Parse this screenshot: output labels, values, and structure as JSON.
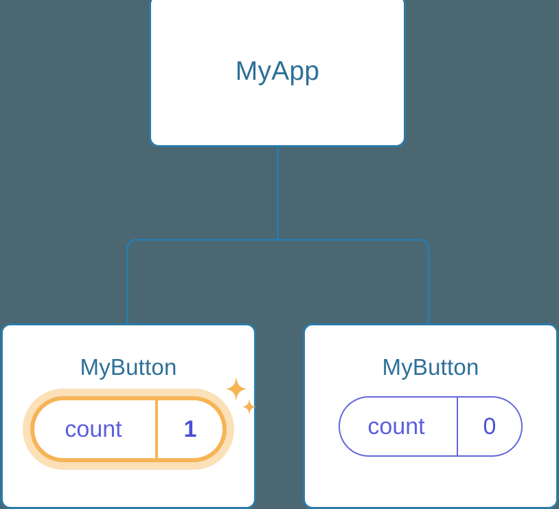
{
  "diagram": {
    "type": "component-tree",
    "background_color": "#4a6772",
    "node_border_color": "#2d7aa8",
    "node_title_color": "#2d7098",
    "connector_color": "#2d7aa8",
    "highlight_color": "#f6b456",
    "state_text_color": "#5b5fdd"
  },
  "root": {
    "title": "MyApp"
  },
  "children": [
    {
      "title": "MyButton",
      "state": {
        "key": "count",
        "value": "1"
      },
      "highlighted": true,
      "sparkle_large": "sparkle-icon",
      "sparkle_small": "sparkle-icon"
    },
    {
      "title": "MyButton",
      "state": {
        "key": "count",
        "value": "0"
      },
      "highlighted": false
    }
  ]
}
